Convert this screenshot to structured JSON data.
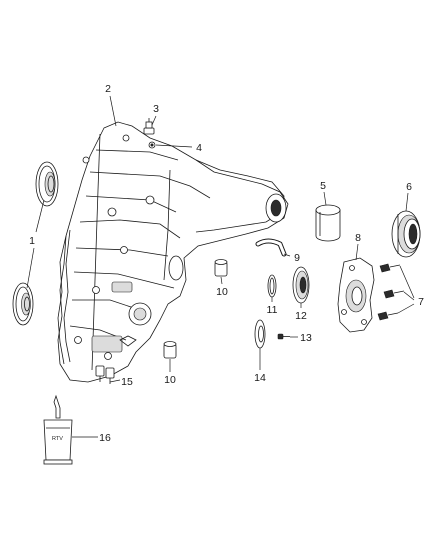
{
  "callouts": [
    {
      "id": "c1",
      "label": "1"
    },
    {
      "id": "c2",
      "label": "2"
    },
    {
      "id": "c3",
      "label": "3"
    },
    {
      "id": "c4",
      "label": "4"
    },
    {
      "id": "c5",
      "label": "5"
    },
    {
      "id": "c6",
      "label": "6"
    },
    {
      "id": "c7",
      "label": "7"
    },
    {
      "id": "c8",
      "label": "8"
    },
    {
      "id": "c9",
      "label": "9"
    },
    {
      "id": "c10a",
      "label": "10"
    },
    {
      "id": "c10b",
      "label": "10"
    },
    {
      "id": "c11",
      "label": "11"
    },
    {
      "id": "c12",
      "label": "12"
    },
    {
      "id": "c13",
      "label": "13"
    },
    {
      "id": "c14",
      "label": "14"
    },
    {
      "id": "c15",
      "label": "15"
    },
    {
      "id": "c16",
      "label": "16"
    }
  ],
  "tube_label": "RTV"
}
